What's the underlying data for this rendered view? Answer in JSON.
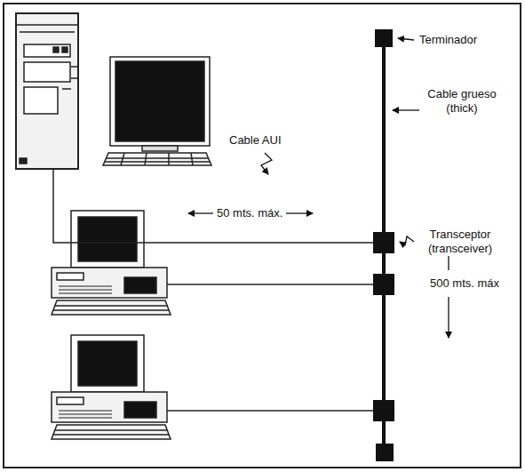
{
  "diagram": {
    "labels": [
      "Terminador",
      "Cable grueso (thick)",
      "Cable AUI",
      "50 mts. máx.",
      "Transceptor (transceiver)",
      "500 mts. máx"
    ]
  }
}
